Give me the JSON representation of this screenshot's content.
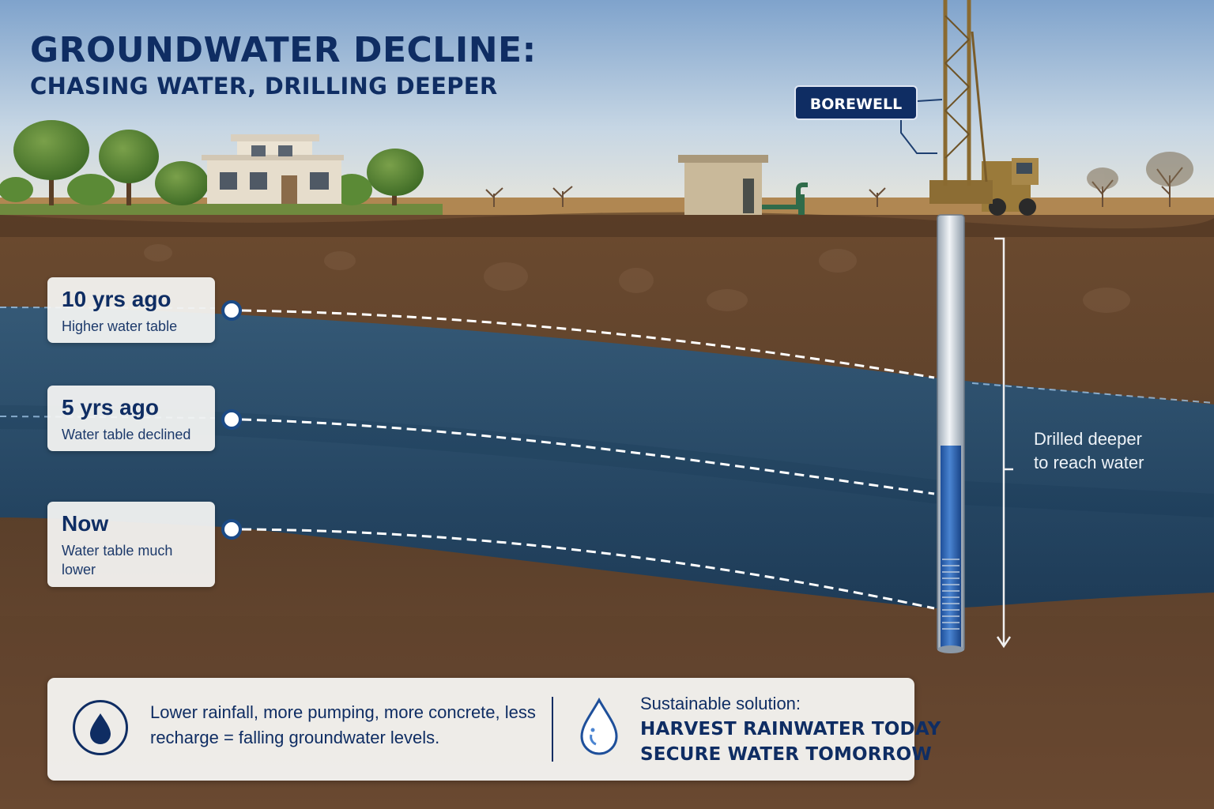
{
  "title": "GROUNDWATER DECLINE:",
  "subtitle": "CHASING WATER, DRILLING DEEPER",
  "borewell_label": "BOREWELL",
  "timeline": [
    {
      "title": "10 yrs ago",
      "desc": "Higher water table"
    },
    {
      "title": "5 yrs ago",
      "desc": "Water table declined"
    },
    {
      "title": "Now",
      "desc": "Water table much lower"
    }
  ],
  "drilled_note": "Drilled deeper to reach water",
  "bottom": {
    "cause": "Lower rainfall, more pumping, more concrete, less recharge = falling groundwater levels.",
    "solution_heading": "Sustainable solution:",
    "solution_line1": "HARVEST RAINWATER TODAY",
    "solution_line2": "SECURE WATER TOMORROW"
  },
  "colors": {
    "navy": "#0f2d63",
    "sky_top": "#8fb0d3",
    "soil": "#6b4a30",
    "aquifer": "#1d4c78",
    "dry_field": "#b58a55"
  },
  "icons": [
    "water-drop-icon",
    "water-drop-outline-icon"
  ]
}
